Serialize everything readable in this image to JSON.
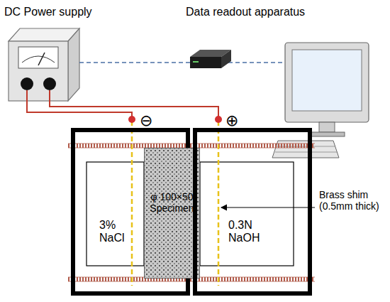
{
  "diagram": {
    "nodes": [
      {
        "text": [
          "3% NaCl"
        ]
      },
      {
        "text": [
          "φ 100×50 Specimen"
        ]
      },
      {
        "text": [
          "0.3N NaOH"
        ]
      }
    ],
    "labels": [
      "DC Power supply",
      "Data readout apparatus",
      "⊖",
      "⊕",
      "Brass shim (0.5mm thick)"
    ]
  }
}
